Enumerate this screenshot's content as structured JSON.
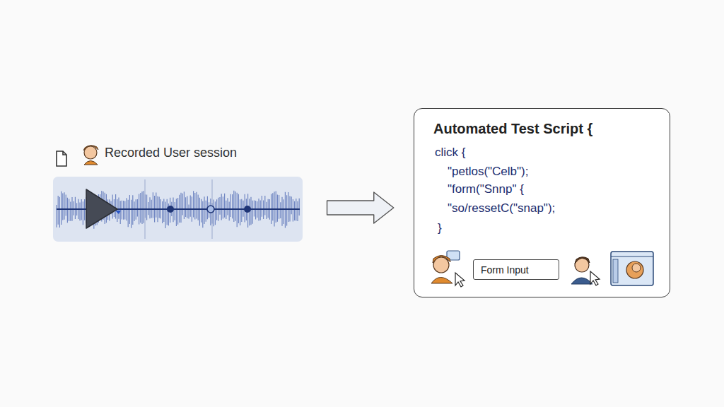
{
  "diagram": {
    "nodes": [
      {
        "text": [
          "Recorded User session"
        ]
      },
      {
        "text": [
          "Automated Test Script {",
          "click {",
          "\"petlos(\"Celb\");",
          "\"form(\"Snnp\" {",
          "\"so/ressetC(\"snap\");",
          "}"
        ]
      },
      {
        "text": [
          "Form Input"
        ],
        "in": 1
      }
    ],
    "edges": [
      {
        "from": 0,
        "to": 1,
        "arrow": "to"
      }
    ]
  }
}
